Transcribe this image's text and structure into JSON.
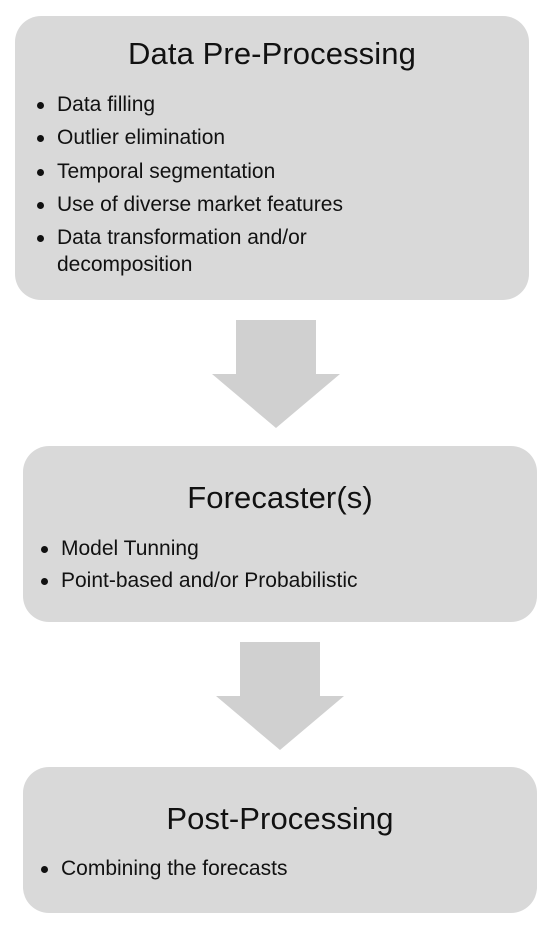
{
  "stages": [
    {
      "title": "Data Pre-Processing",
      "items": [
        "Data filling",
        "Outlier elimination",
        "Temporal segmentation",
        "Use of diverse market features",
        "Data transformation and/or decomposition"
      ]
    },
    {
      "title": "Forecaster(s)",
      "items": [
        "Model Tunning",
        "Point-based and/or Probabilistic"
      ]
    },
    {
      "title": "Post-Processing",
      "items": [
        "Combining the forecasts"
      ]
    }
  ],
  "colors": {
    "box_fill": "#d9d9d9",
    "arrow_fill": "#d0d0d0",
    "text": "#111111"
  }
}
